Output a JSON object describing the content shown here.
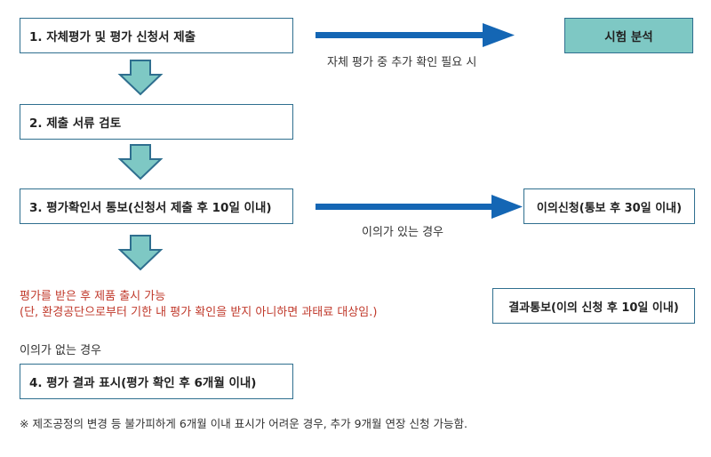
{
  "steps": {
    "s1": "1. 자체평가 및 평가 신청서 제출",
    "s2": "2. 제출 서류 검토",
    "s3": "3. 평가확인서 통보(신청서 제출 후 10일 이내)",
    "s4": "4. 평가 결과 표시(평가 확인 후 6개월 이내)"
  },
  "side_boxes": {
    "test": "시험 분석",
    "objection": "이의신청(통보 후 30일 이내)",
    "result": "결과통보(이의 신청 후 10일 이내)"
  },
  "labels": {
    "extra_check": "자체 평가 중 추가 확인 필요 시",
    "objection_case": "이의가 있는 경우",
    "no_objection_case": "이의가 없는 경우"
  },
  "notice": {
    "line1": "평가를 받은 후 제품 출시 가능",
    "line2": "(단, 환경공단으로부터 기한 내 평가 확인을 받지 아니하면 과태료 대상임.)"
  },
  "footnote": "※ 제조공정의 변경 등 불가피하게 6개월 이내 표시가 어려운 경우, 추가 9개월 연장 신청 가능함.",
  "colors": {
    "box_border": "#2f6f8f",
    "teal_fill": "#7ec8c4",
    "arrow_blue": "#1466b4",
    "down_arrow_fill": "#7ec8c4",
    "notice_red": "#c0392b"
  }
}
